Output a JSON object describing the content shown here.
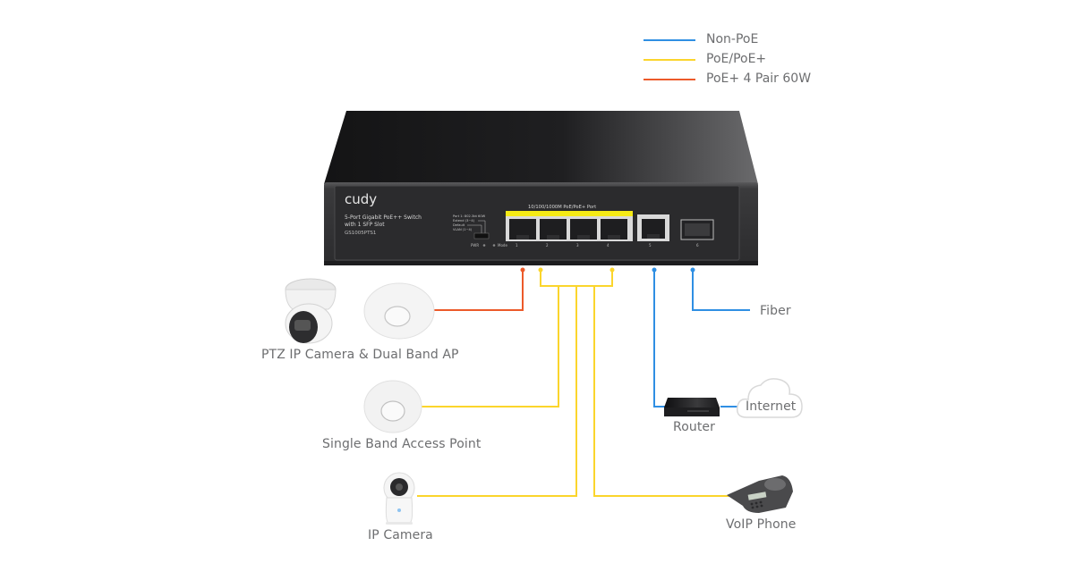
{
  "colors": {
    "non_poe": "#2f8fe3",
    "poe": "#fbd52c",
    "poe_60w": "#ec5a2a",
    "label_text": "#6d6e70",
    "switch_body": "#2a2a2c",
    "port_highlight": "#f5ea15"
  },
  "legend": [
    {
      "label": "Non-PoE",
      "color_key": "non_poe"
    },
    {
      "label": "PoE/PoE+",
      "color_key": "poe"
    },
    {
      "label": "PoE+ 4 Pair 60W",
      "color_key": "poe_60w"
    }
  ],
  "switch": {
    "brand": "cudy",
    "product_line1": "5-Port Gigabit PoE++ Switch",
    "product_line2": "with 1 SFP Slot",
    "model": "GS1005PTS1",
    "dip_labels": [
      "Port 1: 802.3bt 60W",
      "Extend (3~4)",
      "Default",
      "VLAN (1~4)"
    ],
    "port_header": "10/100/1000M PoE/PoE+ Port",
    "indicators": [
      "PWR",
      "Mode"
    ],
    "port_numbers": [
      "1",
      "2",
      "3",
      "4",
      "5",
      "6"
    ]
  },
  "devices": [
    {
      "id": "ptz-camera-dual-ap",
      "label": "PTZ IP Camera & Dual Band AP",
      "connection": "poe_60w",
      "port": "1"
    },
    {
      "id": "single-band-ap",
      "label": "Single Band Access Point",
      "connection": "poe",
      "port": "2-4"
    },
    {
      "id": "ip-camera",
      "label": "IP Camera",
      "connection": "poe",
      "port": "2-4"
    },
    {
      "id": "voip-phone",
      "label": "VoIP Phone",
      "connection": "poe",
      "port": "2-4"
    },
    {
      "id": "router",
      "label": "Router",
      "connection": "non_poe",
      "port": "5"
    },
    {
      "id": "internet",
      "label": "Internet",
      "connection": "non_poe",
      "port": "router"
    },
    {
      "id": "fiber",
      "label": "Fiber",
      "connection": "non_poe",
      "port": "6"
    }
  ]
}
